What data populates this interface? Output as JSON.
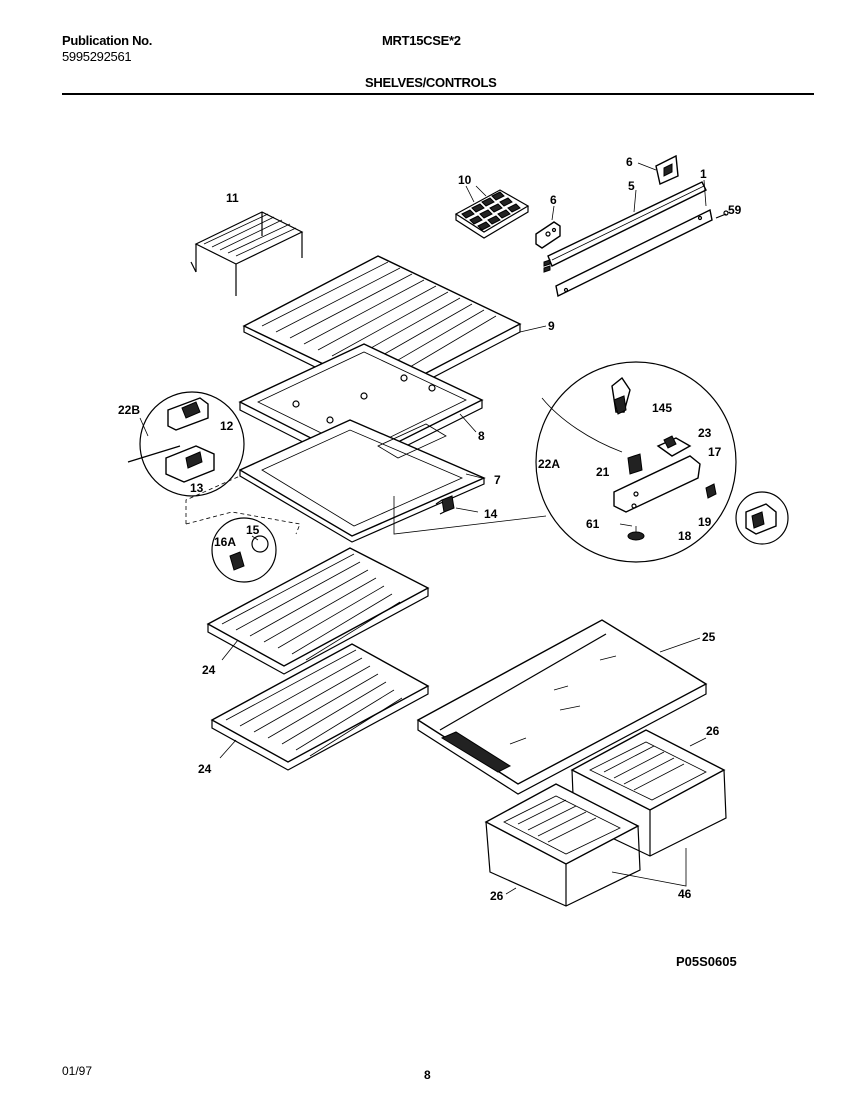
{
  "header": {
    "publication_label": "Publication No.",
    "publication_number": "5995292561",
    "model": "MRT15CSE*2",
    "section_title": "SHELVES/CONTROLS"
  },
  "footer": {
    "date": "01/97",
    "page_number": "8",
    "drawing_code": "P05S0605"
  },
  "callouts": {
    "c1": "1",
    "c5": "5",
    "c6a": "6",
    "c6b": "6",
    "c10": "10",
    "c11": "11",
    "c59": "59",
    "c9": "9",
    "c8": "8",
    "c7": "7",
    "c14": "14",
    "c22b": "22B",
    "c12": "12",
    "c13": "13",
    "c15": "15",
    "c16a": "16A",
    "c145": "145",
    "c23": "23",
    "c22a": "22A",
    "c21": "21",
    "c17": "17",
    "c61": "61",
    "c18": "18",
    "c19": "19",
    "c25": "25",
    "c24a": "24",
    "c24b": "24",
    "c26a": "26",
    "c26b": "26",
    "c46": "46"
  }
}
